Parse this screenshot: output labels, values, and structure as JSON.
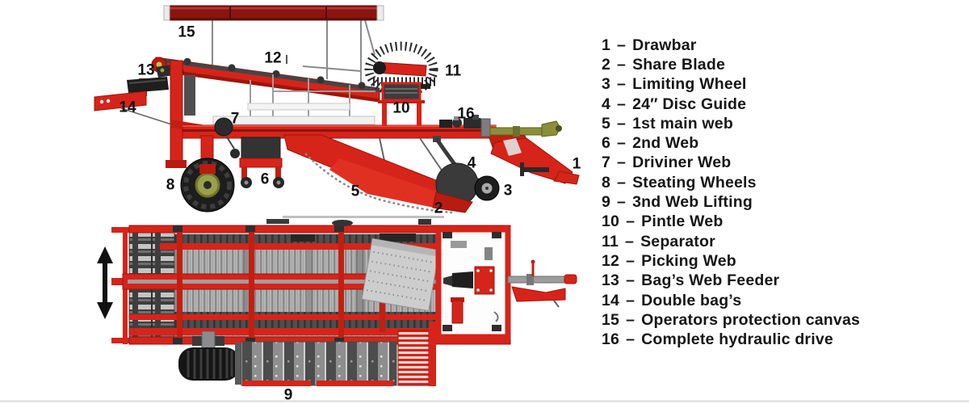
{
  "legend": {
    "separator": "–",
    "items": [
      {
        "num": "1",
        "label": "Drawbar"
      },
      {
        "num": "2",
        "label": "Share Blade"
      },
      {
        "num": "3",
        "label": "Limiting Wheel"
      },
      {
        "num": "4",
        "label": "24″ Disc Guide"
      },
      {
        "num": "5",
        "label": "1st main web"
      },
      {
        "num": "6",
        "label": "2nd Web"
      },
      {
        "num": "7",
        "label": "Driviner Web"
      },
      {
        "num": "8",
        "label": "Steating Wheels"
      },
      {
        "num": "9",
        "label": "3nd Web Lifting"
      },
      {
        "num": "10",
        "label": "Pintle Web"
      },
      {
        "num": "11",
        "label": "Separator"
      },
      {
        "num": "12",
        "label": "Picking Web"
      },
      {
        "num": "13",
        "label": "Bag’s Web Feeder"
      },
      {
        "num": "14",
        "label": "Double bag’s"
      },
      {
        "num": "15",
        "label": "Operators protection canvas"
      },
      {
        "num": "16",
        "label": "Complete hydraulic drive"
      }
    ]
  },
  "diagram": {
    "colors": {
      "machine_red": "#d6241a",
      "canopy_dark_red": "#8c1410",
      "dark_gray": "#3b3b3b",
      "steel_gray": "#9c9c9c",
      "olive": "#8b8f3a"
    },
    "callouts": [
      {
        "num": "1"
      },
      {
        "num": "2"
      },
      {
        "num": "3"
      },
      {
        "num": "4"
      },
      {
        "num": "5"
      },
      {
        "num": "6"
      },
      {
        "num": "7"
      },
      {
        "num": "8"
      },
      {
        "num": "9"
      },
      {
        "num": "10"
      },
      {
        "num": "11"
      },
      {
        "num": "12"
      },
      {
        "num": "13"
      },
      {
        "num": "14"
      },
      {
        "num": "15"
      },
      {
        "num": "16"
      }
    ]
  }
}
